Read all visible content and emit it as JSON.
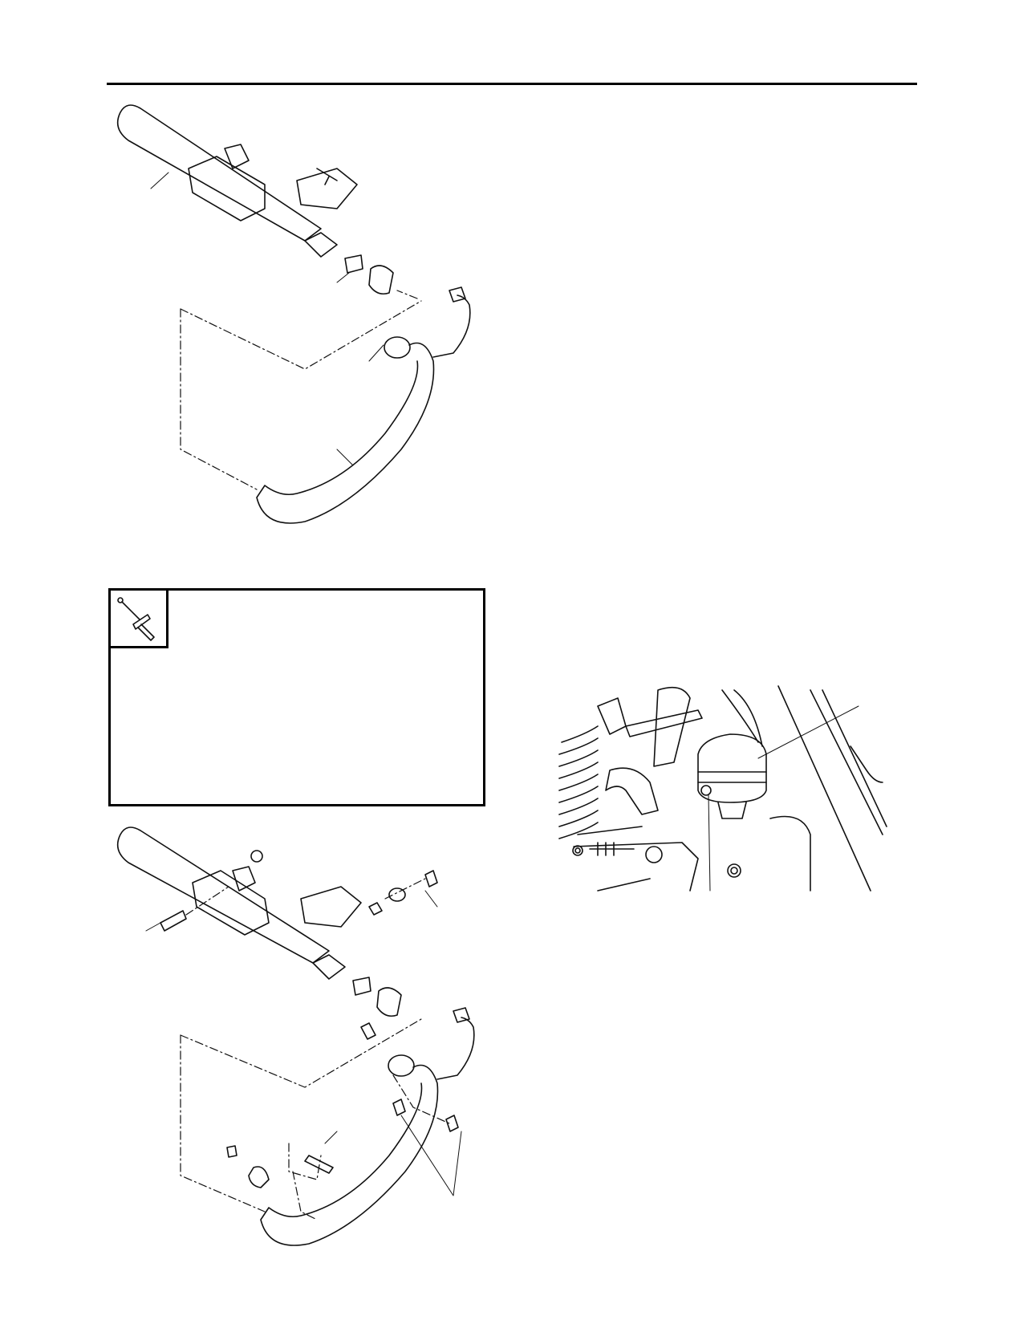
{
  "page": {
    "header_rule": true,
    "figures": [
      {
        "id": "exhaust-exploded-view-1",
        "icon": "exhaust-assembly-illustration"
      },
      {
        "id": "exhaust-exploded-view-2",
        "icon": "exhaust-assembly-illustration"
      },
      {
        "id": "engine-detail-photo",
        "icon": "engine-component-illustration"
      }
    ],
    "torque_box": {
      "icon": "torque-wrench-icon"
    }
  }
}
